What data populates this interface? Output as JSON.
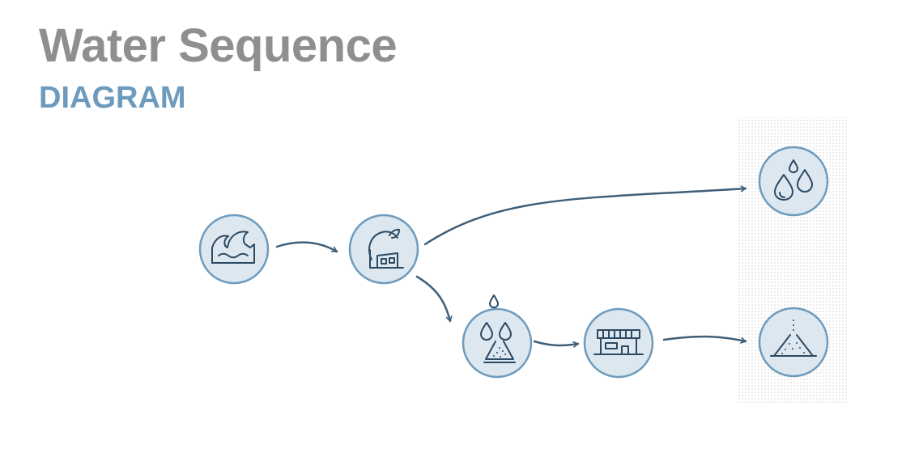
{
  "title": "Water Sequence",
  "subtitle": "DIAGRAM",
  "colors": {
    "title": "#8f8f8f",
    "subtitle": "#6d9bbd",
    "node_fill": "#dde7ef",
    "node_stroke": "#6d9bbd",
    "arrow": "#3d5f7a",
    "icon": "#2c4a63"
  },
  "nodes": [
    {
      "id": "ocean",
      "icon": "ocean-wave-icon"
    },
    {
      "id": "plant",
      "icon": "desalination-plant-icon"
    },
    {
      "id": "separation",
      "icon": "water-and-salt-icon"
    },
    {
      "id": "processing",
      "icon": "processing-facility-icon"
    },
    {
      "id": "fresh-water",
      "icon": "water-drops-icon"
    },
    {
      "id": "salt",
      "icon": "salt-pile-icon"
    }
  ]
}
